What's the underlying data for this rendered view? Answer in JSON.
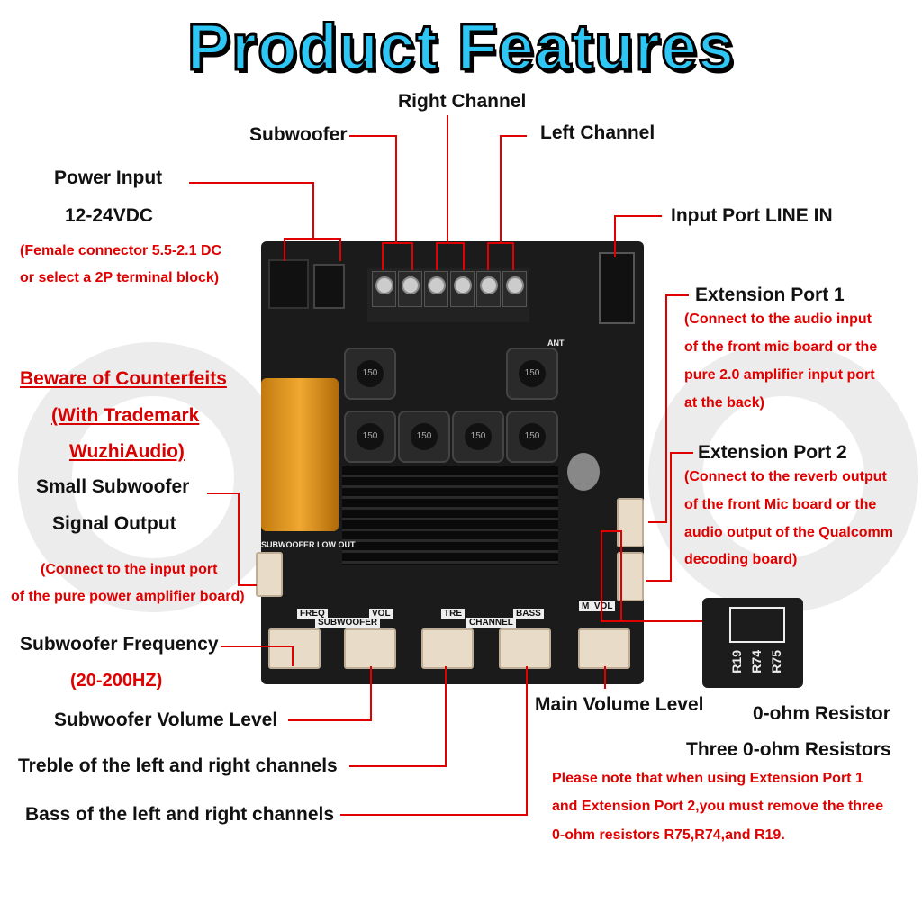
{
  "title": "Product Features",
  "labels": {
    "right_channel": "Right Channel",
    "subwoofer": "Subwoofer",
    "left_channel": "Left Channel",
    "power_input": "Power Input",
    "power_voltage": "12-24VDC",
    "power_note_1": "(Female connector 5.5-2.1 DC",
    "power_note_2": "or select a 2P terminal block)",
    "line_in": "Input Port LINE IN",
    "ext1_title": "Extension Port 1",
    "ext1_note": [
      "(Connect to the audio input",
      "of the front mic board or the",
      "pure 2.0 amplifier input port",
      "at the back)"
    ],
    "counterfeit": [
      "Beware of Counterfeits",
      "(With Trademark",
      "WuzhiAudio)"
    ],
    "ext2_title": "Extension Port 2",
    "ext2_note": [
      "(Connect to the reverb output",
      "of the front Mic board or the",
      "audio output of the Qualcomm",
      "decoding board)"
    ],
    "small_sub_1": "Small Subwoofer",
    "small_sub_2": "Signal Output",
    "small_sub_note_1": "(Connect to the input port",
    "small_sub_note_2": "of the pure power amplifier board)",
    "sub_freq": "Subwoofer Frequency",
    "sub_freq_range": "(20-200HZ)",
    "sub_vol": "Subwoofer Volume Level",
    "main_vol": "Main Volume Level",
    "zero_ohm": "0-ohm Resistor",
    "three_zero_ohm": "Three 0-ohm Resistors",
    "treble": "Treble of the left and right channels",
    "bass": "Bass of the left and right channels",
    "note": [
      "Please note that when using Extension Port 1",
      "and Extension Port 2,you must remove the three",
      "0-ohm resistors R75,R74,and R19."
    ]
  },
  "board_silk": {
    "sub_low_out": "SUBWOOFER LOW OUT",
    "freq": "FREQ",
    "subwoofer": "SUBWOOFER",
    "vol": "VOL",
    "tre": "TRE",
    "channel": "CHANNEL",
    "bass": "BASS",
    "m_vol": "M_VOL",
    "ant": "ANT",
    "inductor": "150",
    "resistors": [
      "R19",
      "R74",
      "R75"
    ]
  },
  "colors": {
    "title": "#2ec6f5",
    "accent": "#e00000",
    "board": "#1b1b1b"
  }
}
